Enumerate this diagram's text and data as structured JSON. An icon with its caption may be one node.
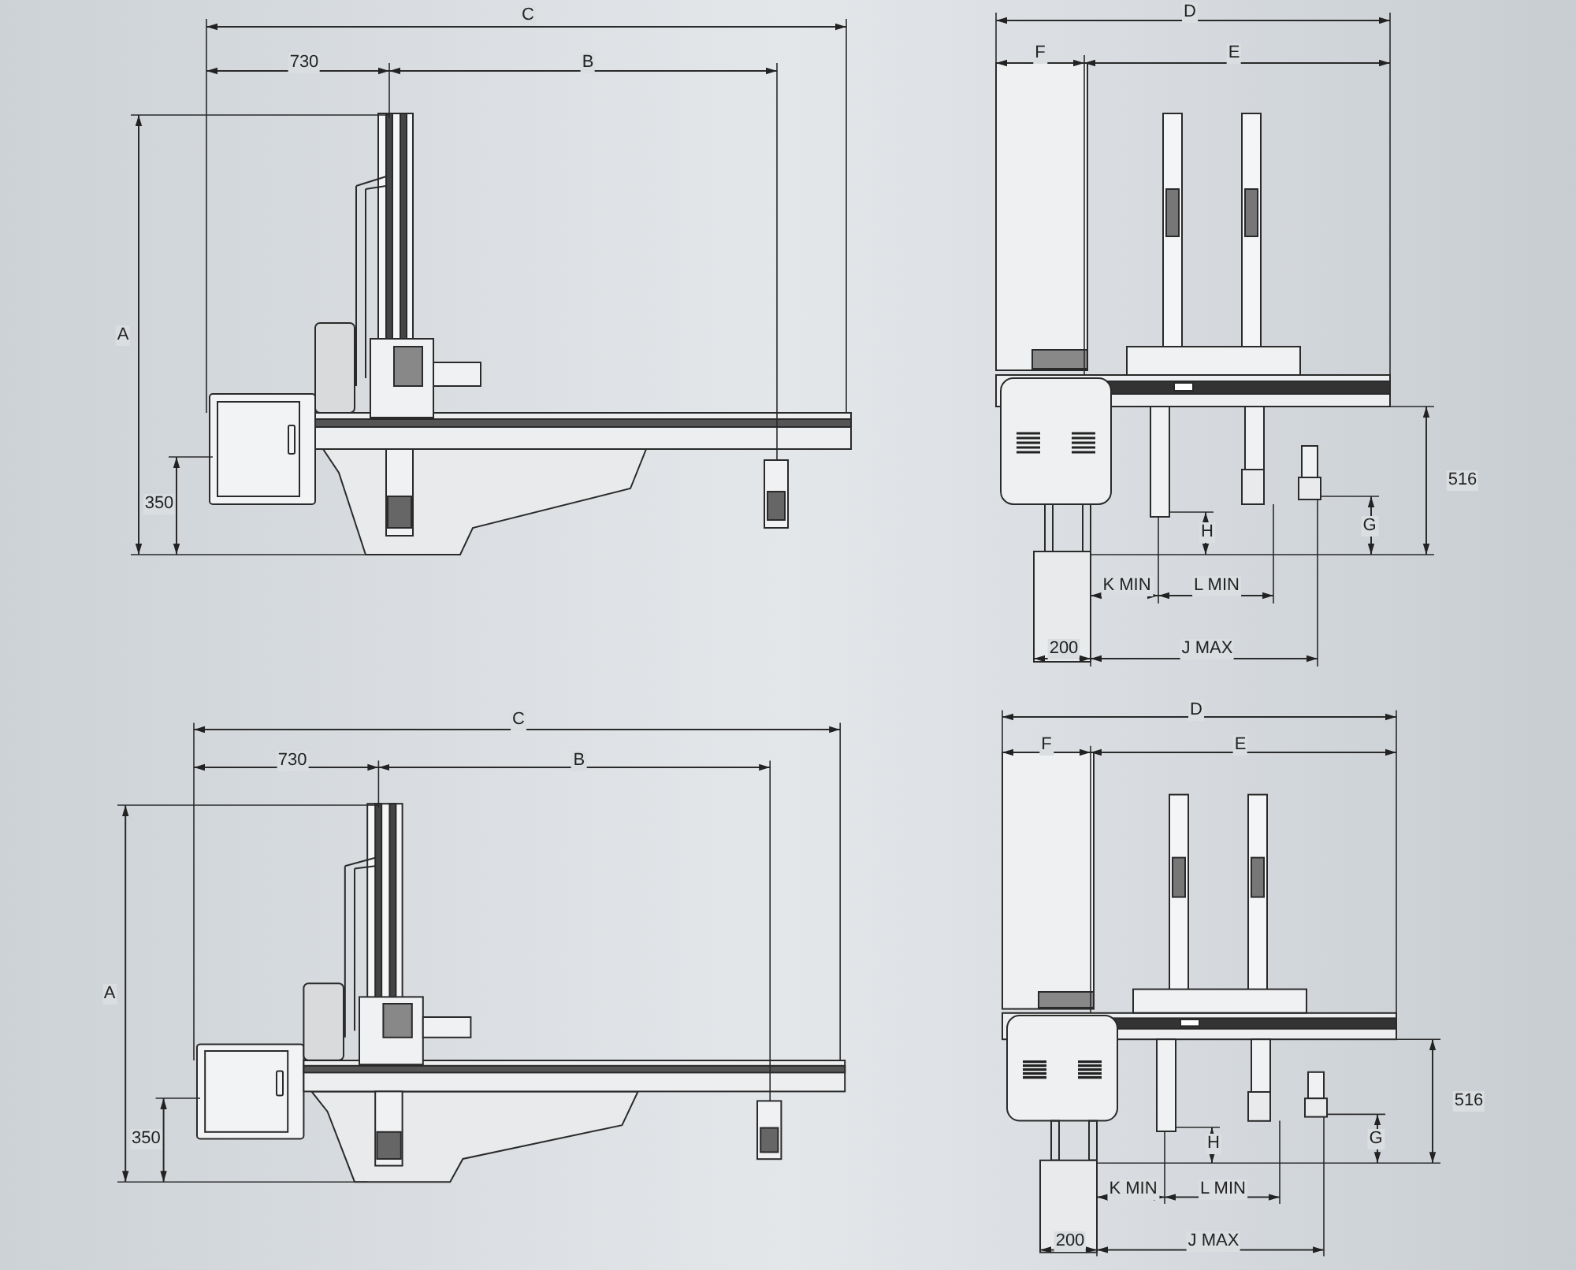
{
  "diagram": {
    "labels": [
      "C",
      "730",
      "B",
      "A",
      "350",
      "D",
      "F",
      "E",
      "516",
      "H",
      "G",
      "K MIN",
      "L MIN",
      "200",
      "J MAX",
      "C",
      "730",
      "B",
      "A",
      "350",
      "D",
      "F",
      "E",
      "516",
      "H",
      "G",
      "K MIN",
      "L MIN",
      "200",
      "J MAX"
    ]
  }
}
